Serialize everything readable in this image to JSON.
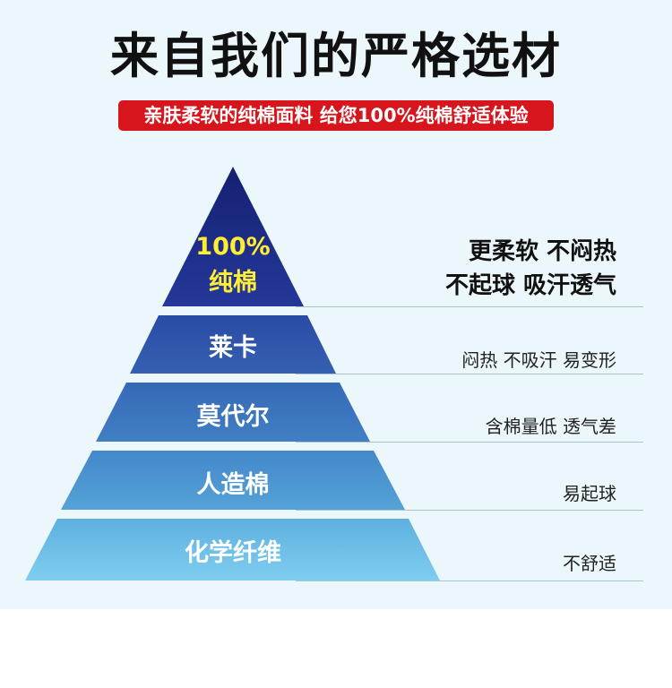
{
  "header": {
    "title": "来自我们的严格选材",
    "subtitle": "亲肤柔软的纯棉面料 给您100%纯棉舒适体验"
  },
  "pyramid": {
    "top": {
      "line1": "100%",
      "line2": "纯棉",
      "desc_line1": "更柔软 不闷热",
      "desc_line2": "不起球 吸汗透气"
    },
    "levels": [
      {
        "label": "莱卡",
        "desc": "闷热 不吸汗 易变形"
      },
      {
        "label": "莫代尔",
        "desc": "含棉量低 透气差"
      },
      {
        "label": "人造棉",
        "desc": "易起球"
      },
      {
        "label": "化学纤维",
        "desc": "不舒适"
      }
    ]
  },
  "colors": {
    "badge": "#d7151c",
    "top_tier": "#1b2a86",
    "tier_1": "#2d52a8",
    "tier_2": "#3b73bd",
    "tier_3": "#4c95d2",
    "tier_4": "#6bbde6",
    "top_text": "#ffee33"
  }
}
